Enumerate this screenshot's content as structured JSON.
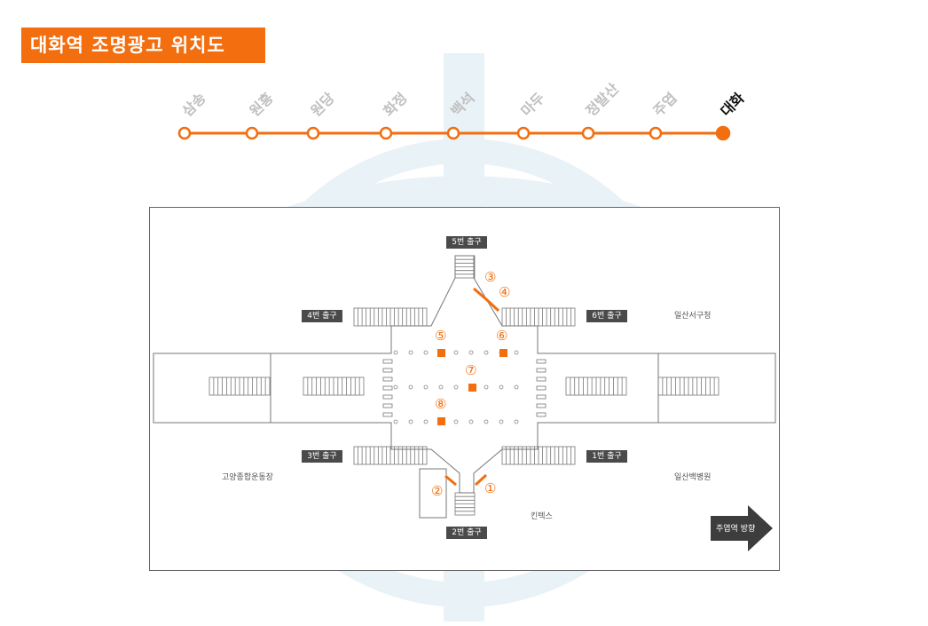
{
  "title": "대화역 조명광고 위치도",
  "colors": {
    "accent": "#f26e0f",
    "exit_label_bg": "#4a4a4a",
    "watermark": "#e7f1f7"
  },
  "line": {
    "stations": [
      {
        "name": "삼송",
        "current": false
      },
      {
        "name": "원흥",
        "current": false
      },
      {
        "name": "원당",
        "current": false
      },
      {
        "name": "화정",
        "current": false
      },
      {
        "name": "백석",
        "current": false
      },
      {
        "name": "마두",
        "current": false
      },
      {
        "name": "정발산",
        "current": false
      },
      {
        "name": "주엽",
        "current": false
      },
      {
        "name": "대화",
        "current": true
      }
    ]
  },
  "map": {
    "exits": {
      "exit5": "5번 출구",
      "exit4": "4번 출구",
      "exit6": "6번 출구",
      "exit3": "3번 출구",
      "exit1": "1번 출구",
      "exit2": "2번 출구"
    },
    "places": {
      "ilsan_seogu": "일산서구청",
      "goyang_stadium": "고양종합운동장",
      "ilsan_paik": "일산백병원",
      "kintex": "킨텍스"
    },
    "ad_markers": [
      "①",
      "②",
      "③",
      "④",
      "⑤",
      "⑥",
      "⑦",
      "⑧"
    ],
    "direction": "주엽역 방향"
  }
}
